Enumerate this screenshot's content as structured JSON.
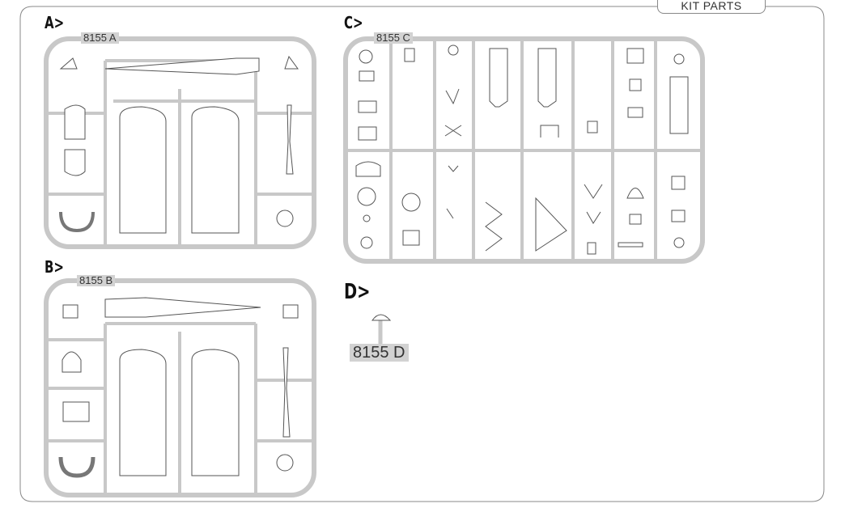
{
  "header": {
    "title": "KIT PARTS"
  },
  "sections": [
    {
      "label": "A>",
      "code": "8155 A"
    },
    {
      "label": "B>",
      "code": "8155 B"
    },
    {
      "label": "C>",
      "code": "8155 C"
    },
    {
      "label": "D>",
      "code": "8155 D"
    }
  ],
  "colors": {
    "sprue": "#c8c8c8",
    "part_line": "#555555",
    "frame": "#888888"
  }
}
